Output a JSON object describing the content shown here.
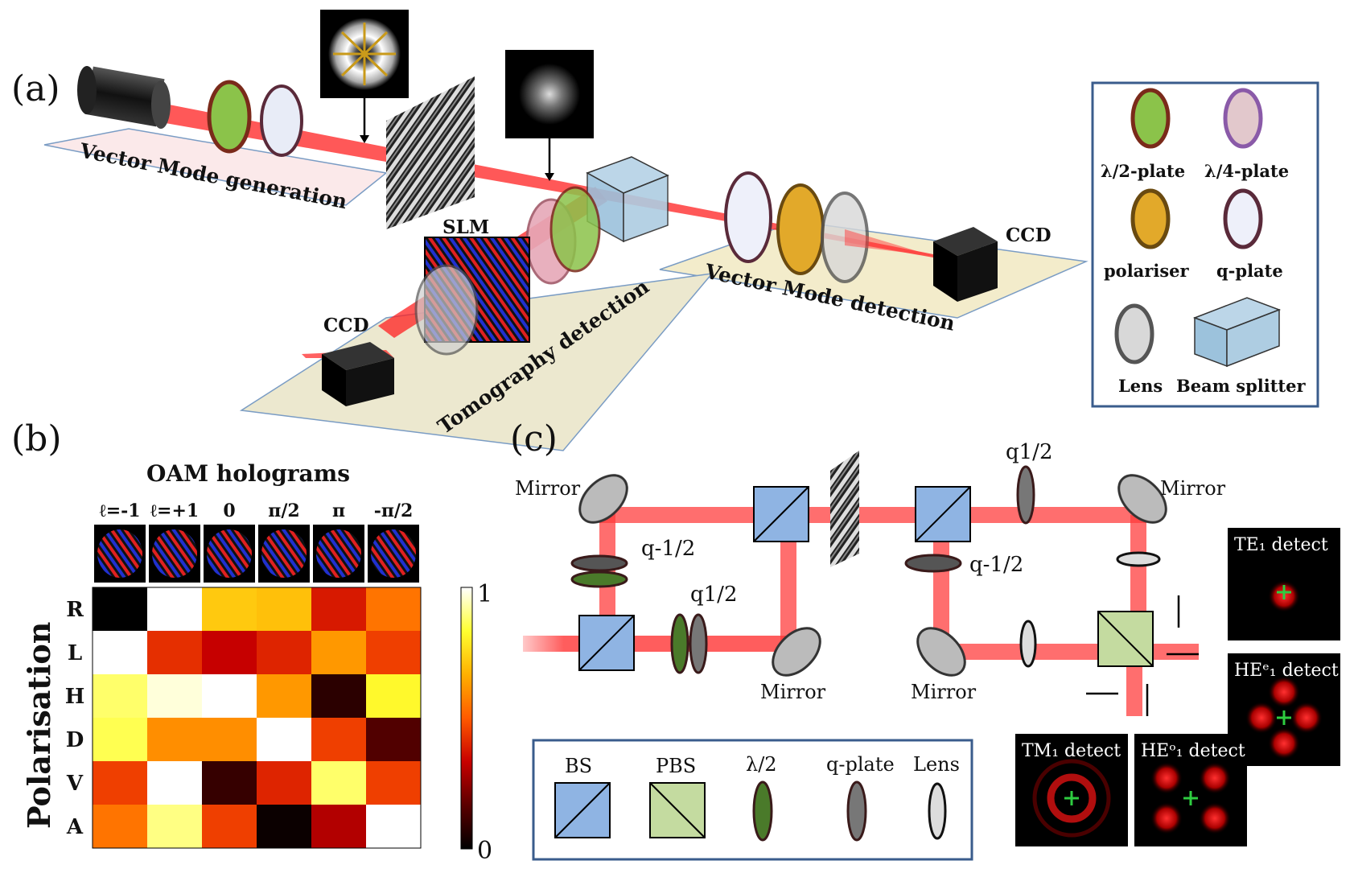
{
  "panels": {
    "a": "(a)",
    "b": "(b)",
    "c": "(c)"
  },
  "panel_a": {
    "vm_generation": "Vector Mode generation",
    "vm_detection": "Vector Mode detection",
    "tomography": "Tomography detection",
    "slm": "SLM",
    "ccd_right": "CCD",
    "ccd_left": "CCD"
  },
  "legend_a": {
    "half_wave": "λ/2-plate",
    "quarter_wave": "λ/4-plate",
    "polariser": "polariser",
    "q_plate": "q-plate",
    "lens": "Lens",
    "beam_splitter": "Beam splitter"
  },
  "panel_b": {
    "title": "OAM holograms",
    "columns": [
      "ℓ=-1",
      "ℓ=+1",
      "0",
      "π/2",
      "π",
      "-π/2"
    ],
    "rows": [
      "R",
      "L",
      "H",
      "D",
      "V",
      "A"
    ],
    "ylabel": "Polarisation",
    "colorbar": {
      "max": "1",
      "min": "0"
    },
    "values": [
      [
        0.0,
        1.0,
        0.72,
        0.7,
        0.38,
        0.55
      ],
      [
        1.0,
        0.42,
        0.33,
        0.4,
        0.62,
        0.45
      ],
      [
        0.88,
        0.97,
        1.0,
        0.62,
        0.08,
        0.82
      ],
      [
        0.86,
        0.6,
        0.6,
        1.0,
        0.45,
        0.15
      ],
      [
        0.45,
        1.0,
        0.1,
        0.4,
        0.88,
        0.45
      ],
      [
        0.55,
        0.9,
        0.45,
        0.02,
        0.3,
        1.0
      ]
    ],
    "colormap": [
      "#000000",
      "#5a0000",
      "#c80000",
      "#ff5a00",
      "#ffb000",
      "#ffff30",
      "#ffffff"
    ]
  },
  "panel_c": {
    "mirror_tl": "Mirror",
    "mirror_tr": "Mirror",
    "mirror_bm": "Mirror",
    "mirror_bm2": "Mirror",
    "q_m1": "q-1/2",
    "q_p1": "q1/2",
    "q_m2": "q-1/2",
    "q_p2": "q1/2",
    "insets": [
      "TE₁ detect",
      "HEᵉ₁ detect",
      "TM₁ detect",
      "HEᵒ₁ detect"
    ]
  },
  "legend_c": {
    "bs": "BS",
    "pbs": "PBS",
    "half": "λ/2",
    "qplate": "q-plate",
    "lens": "Lens"
  },
  "colors": {
    "beam": "#ff1a1a",
    "bs": "#8fb4e3",
    "pbs": "#c4dba0",
    "frame": "#3a5c8c",
    "table_a": "#fbe9ea",
    "table_b": "#f3eccb"
  }
}
